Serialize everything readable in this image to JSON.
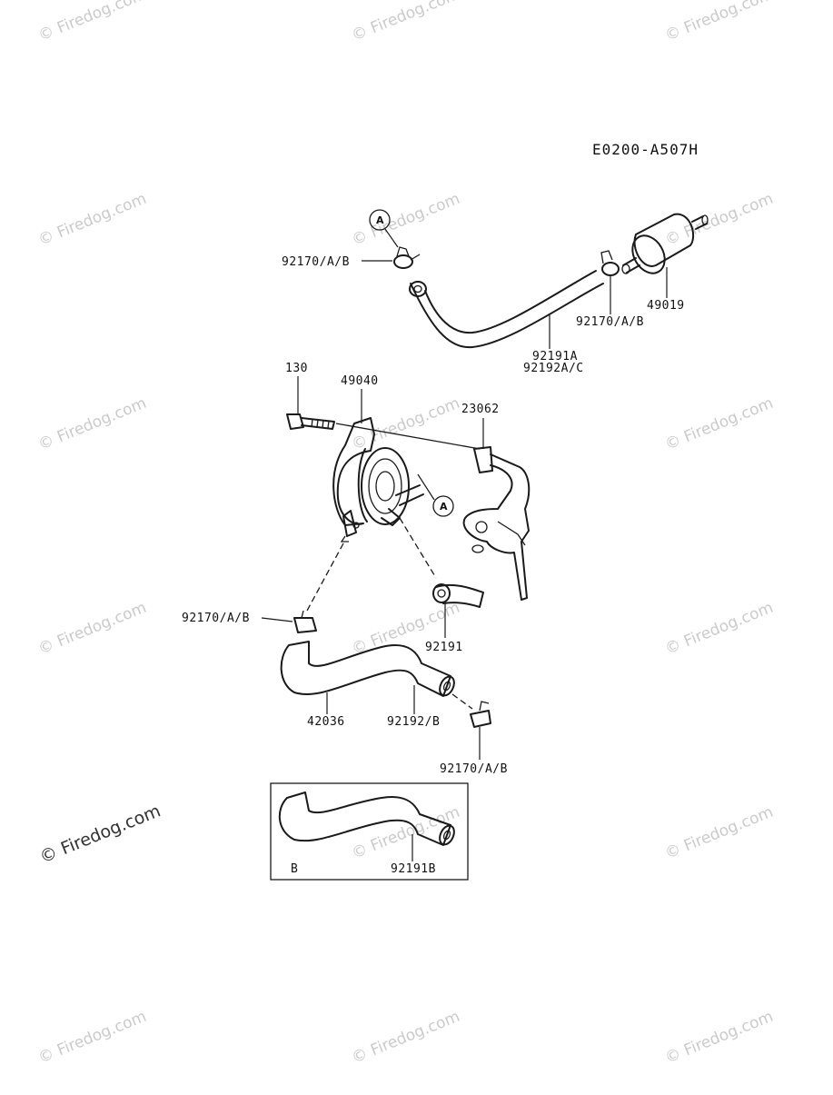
{
  "diagram": {
    "code": "E0200-A507H",
    "callout_marker": "A",
    "inset_label": "B"
  },
  "labels": {
    "clamp_top_left": "92170/A/B",
    "clamp_top_right": "92170/A/B",
    "filter": "49019",
    "hose_top_a": "92191A",
    "hose_top_b": "92192A/C",
    "bolt": "130",
    "pump": "49040",
    "bracket": "23062",
    "clamp_mid_left": "92170/A/B",
    "hose_short": "92191",
    "hose_long": "42036",
    "hose_long_b": "92192/B",
    "clamp_bottom": "92170/A/B",
    "hose_inset": "92191B"
  },
  "watermark": {
    "text": "© Firedog.com"
  }
}
